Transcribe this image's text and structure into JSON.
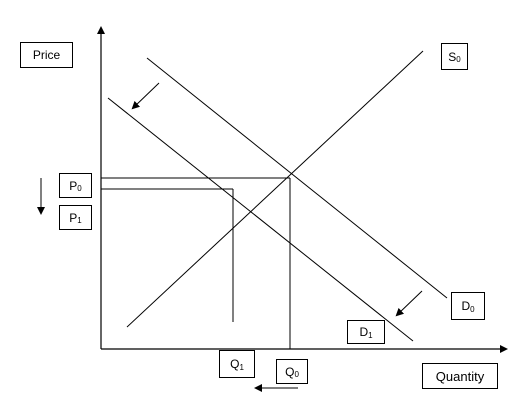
{
  "labels": {
    "price": "Price",
    "quantity": "Quantity",
    "s0_main": "S",
    "s0_sub": "0",
    "d0_main": "D",
    "d0_sub": "0",
    "d1_main": "D",
    "d1_sub": "1",
    "p0_main": "P",
    "p0_sub": "0",
    "p1_main": "P",
    "p1_sub": "1",
    "q0_main": "Q",
    "q0_sub": "0",
    "q1_main": "Q",
    "q1_sub": "1"
  },
  "curves": {
    "supply": "S0",
    "demand_initial": "D0",
    "demand_shifted": "D1"
  },
  "colors": {
    "line": "#000000",
    "background": "#ffffff"
  }
}
